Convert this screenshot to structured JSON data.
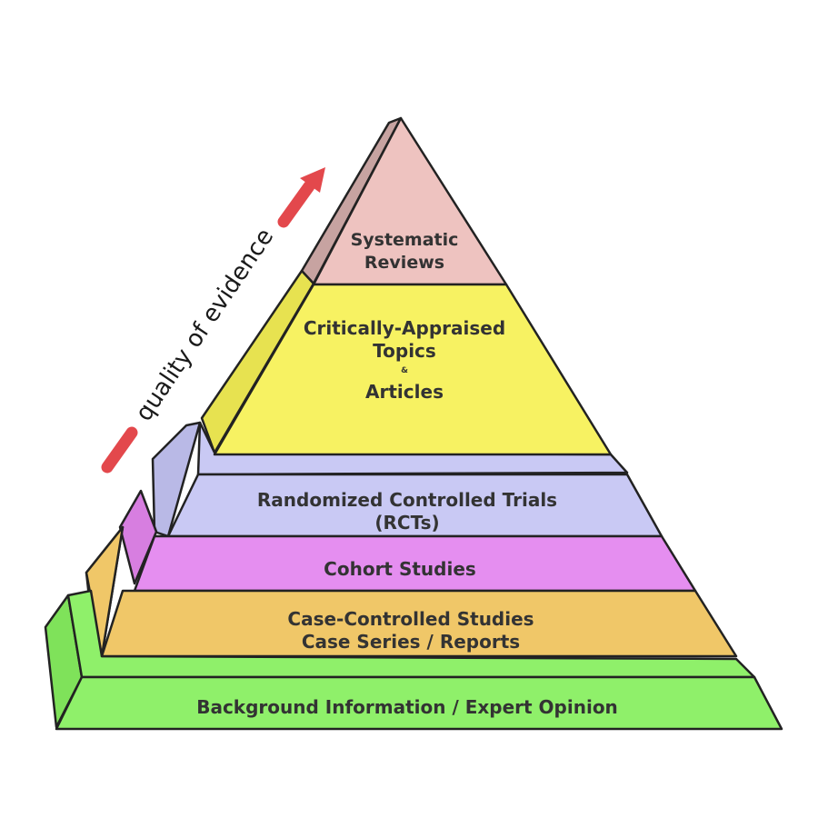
{
  "arrow": {
    "label": "quality of evidence",
    "color": "#e3484c",
    "direction": "up"
  },
  "tiers": [
    {
      "id": "systematic-reviews",
      "lines": [
        "Systematic",
        "Reviews"
      ],
      "color": "#eec3c0"
    },
    {
      "id": "critically-appraised",
      "lines": [
        "Critically-Appraised",
        "Topics",
        "&",
        "Articles"
      ],
      "color": "#f7f262"
    },
    {
      "id": "rcts",
      "lines": [
        "Randomized Controlled Trials",
        "(RCTs)"
      ],
      "color": "#c9c9f4"
    },
    {
      "id": "cohort",
      "lines": [
        "Cohort Studies"
      ],
      "color": "#e58ef0"
    },
    {
      "id": "case-controlled",
      "lines": [
        "Case-Controlled Studies",
        "Case Series / Reports"
      ],
      "color": "#f0c768"
    },
    {
      "id": "background",
      "lines": [
        "Background Information / Expert Opinion"
      ],
      "color": "#8ff06a"
    }
  ]
}
